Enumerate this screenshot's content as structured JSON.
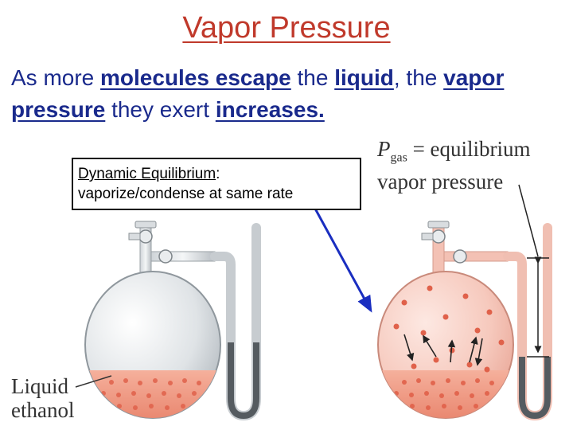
{
  "slide": {
    "title": "Vapor Pressure",
    "sentence": {
      "p1": "As more ",
      "k1": "molecules escape",
      "p2": " the ",
      "k2": "liquid",
      "p3": ", the ",
      "k3": "vapor pressure",
      "p4": " they exert ",
      "k4": "increases",
      "p5": "."
    }
  },
  "callout": {
    "term": "Dynamic Equilibrium",
    "colon": ":",
    "line2": "vaporize/condense at same rate"
  },
  "figure": {
    "pgas_symbol": "P",
    "pgas_sub": "gas",
    "pgas_eq": " = equilibrium",
    "pgas_line2": "vapor pressure",
    "liquid_label_line1": "Liquid",
    "liquid_label_line2": "ethanol"
  },
  "colors": {
    "title": "#c0392b",
    "body_text": "#1a2a8c",
    "arrow": "#1a2ec0",
    "liquid": "#f2a08a",
    "vapor": "#f6c9bd"
  }
}
